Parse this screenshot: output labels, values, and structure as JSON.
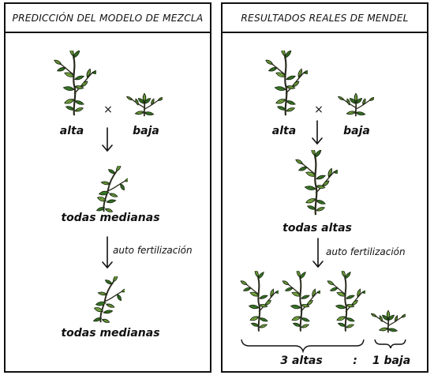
{
  "left_panel": {
    "title": "PREDICCIÓN DEL MODELO DE MEZCLA",
    "parent_tall_label": "alta",
    "cross_symbol": "×",
    "parent_short_label": "baja",
    "f1_label": "todas medianas",
    "self_label": "auto fertilización",
    "f2_label": "todas medianas"
  },
  "right_panel": {
    "title": "RESULTADOS REALES DE MENDEL",
    "parent_tall_label": "alta",
    "cross_symbol": "×",
    "parent_short_label": "baja",
    "f1_label": "todas altas",
    "self_label": "auto fertilización",
    "ratio_tall": "3 altas",
    "ratio_sep": ":",
    "ratio_short": "1 baja"
  },
  "colors": {
    "leaf_light": "#8bc34a",
    "leaf_dark": "#3f8f2c",
    "stem": "#2b2b1e",
    "ink": "#111111"
  },
  "icons": [
    "tall-plant-icon",
    "short-plant-icon",
    "medium-plant-icon",
    "down-arrow-icon"
  ]
}
